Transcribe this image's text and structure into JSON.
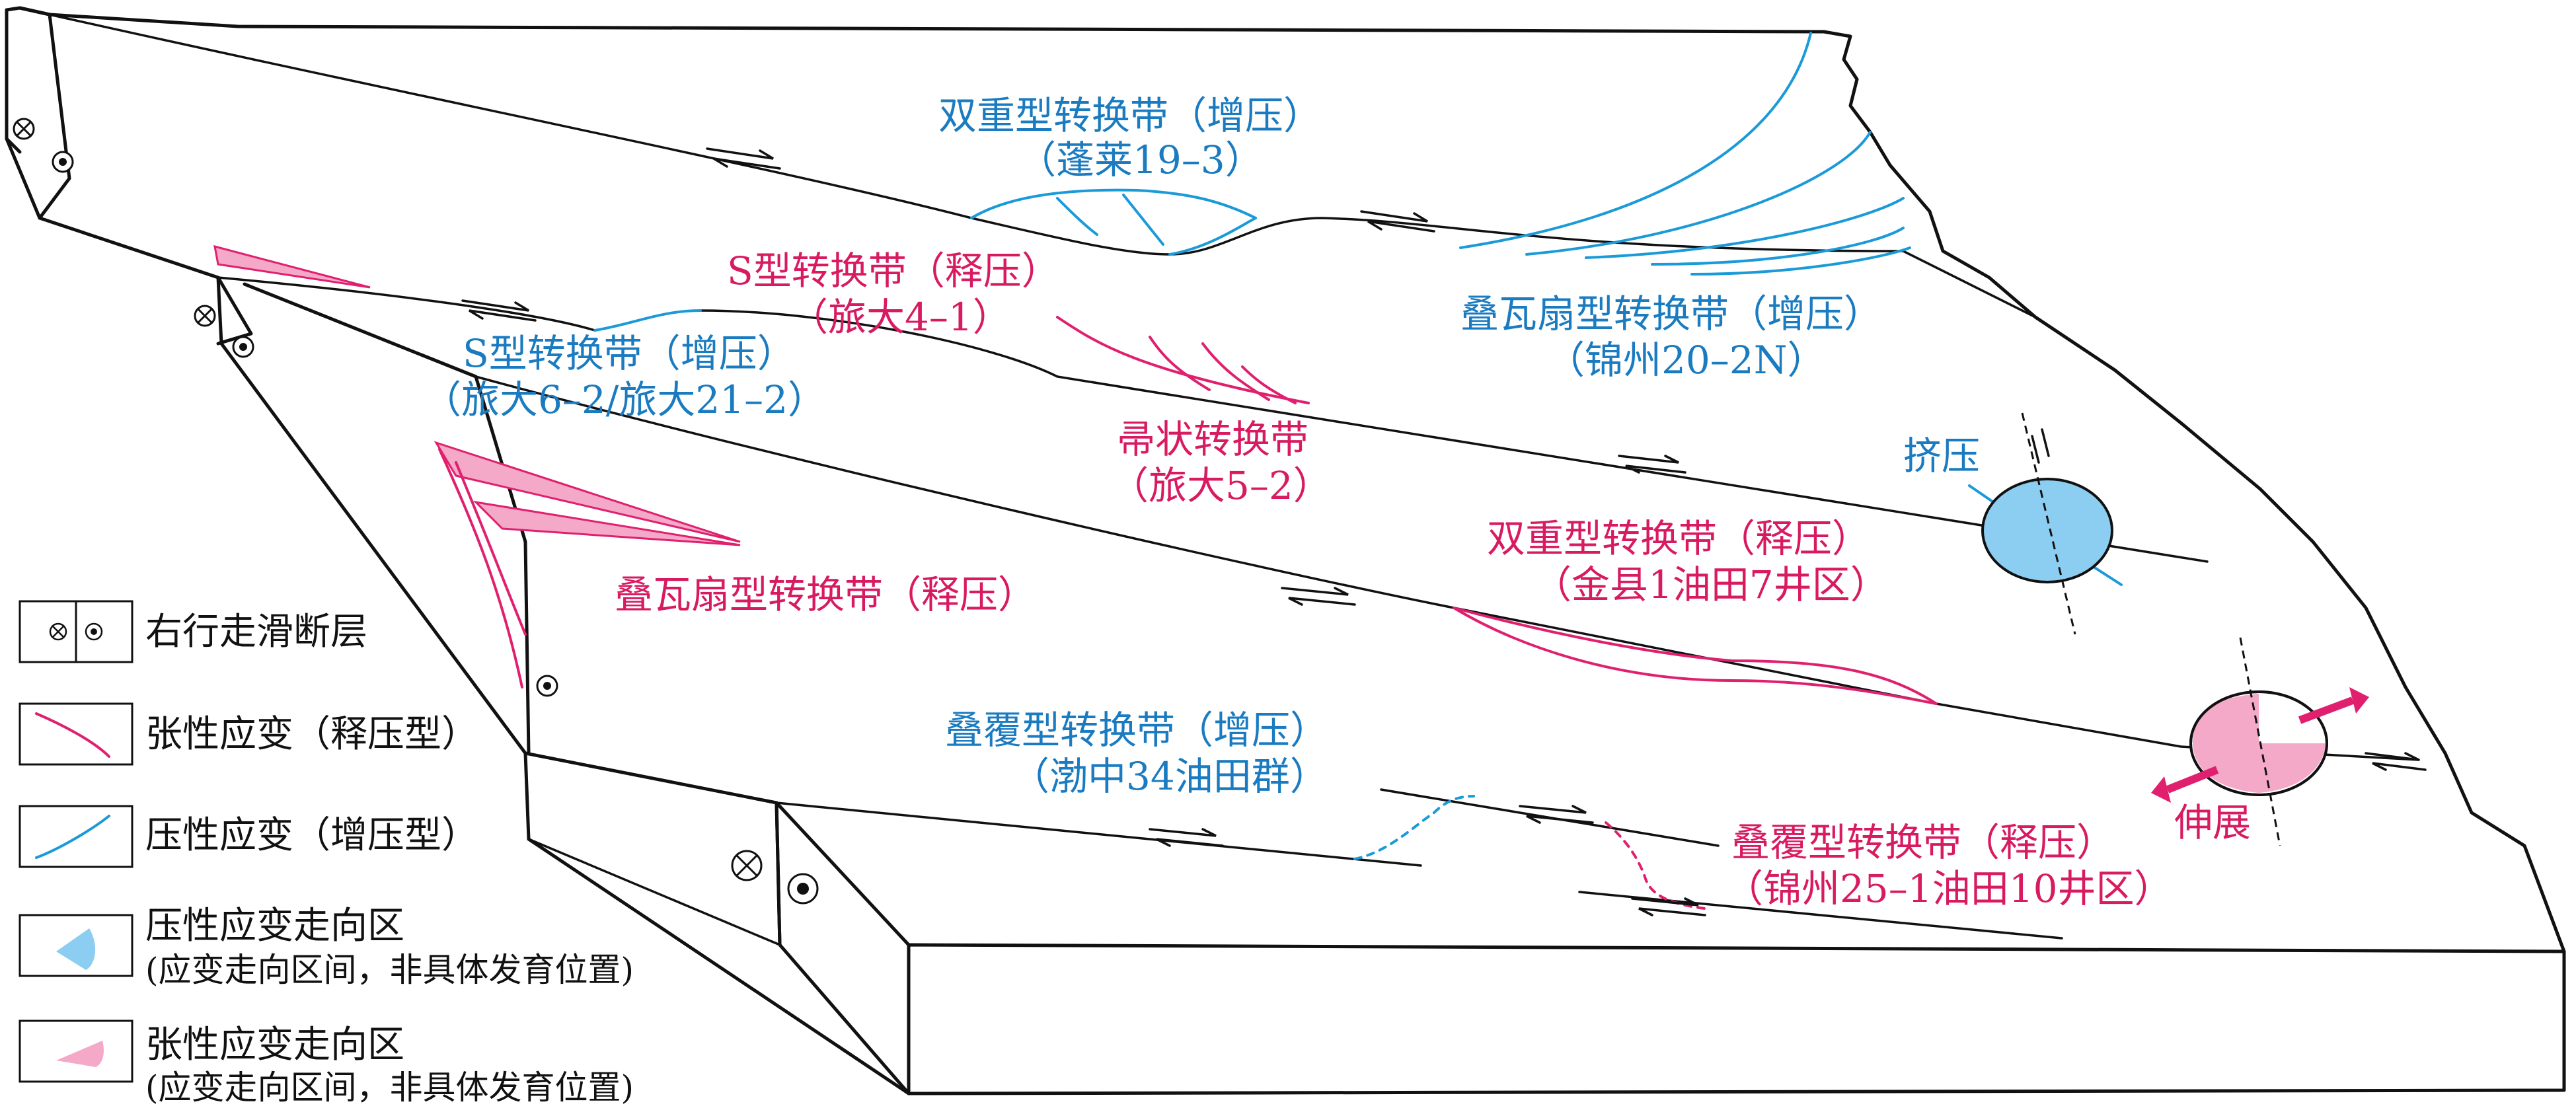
{
  "colors": {
    "compressive": "#1a9ad8",
    "extensional": "#e0206f",
    "compressive_fill": "#8ccdf2",
    "extensional_fill": "#f5a9c8",
    "outline": "#111111"
  },
  "labels": {
    "duplex_transpressional": "双重型转换带（增压）",
    "duplex_transpressional_field": "（蓬莱19–3）",
    "s_transtensional": "S型转换带（释压）",
    "s_transtensional_field": "（旅大4–1）",
    "s_transpressional": "S型转换带（增压）",
    "s_transpressional_field": "（旅大6–2/旅大21–2）",
    "broom": "帚状转换带",
    "broom_field": "（旅大5–2）",
    "imbricate_transpressional": "叠瓦扇型转换带（增压）",
    "imbricate_transpressional_field": "（锦州20–2N）",
    "imbricate_transtensional": "叠瓦扇型转换带（释压）",
    "duplex_transtensional": "双重型转换带（释压）",
    "duplex_transtensional_field": "（金县1油田7井区）",
    "overlap_transpressional": "叠覆型转换带（增压）",
    "overlap_transpressional_field": "（渤中34油田群）",
    "overlap_transtensional": "叠覆型转换带（释压）",
    "overlap_transtensional_field": "（锦州25–1油田10井区）",
    "compression": "挤压",
    "extension": "伸展"
  },
  "legend": {
    "items": [
      {
        "name": "dextral-fault",
        "label": "右行走滑断层",
        "sublabel": ""
      },
      {
        "name": "tensile-strain",
        "label": "张性应变（释压型）",
        "sublabel": ""
      },
      {
        "name": "compressive-strain",
        "label": "压性应变（增压型）",
        "sublabel": ""
      },
      {
        "name": "compressive-zone",
        "label": "压性应变走向区",
        "sublabel": "(应变走向区间，非具体发育位置)"
      },
      {
        "name": "tensile-zone",
        "label": "张性应变走向区",
        "sublabel": "(应变走向区间，非具体发育位置)"
      }
    ]
  },
  "icons": [
    "cross-in-circle-icon",
    "dot-in-circle-icon",
    "half-arrow-pair-icon",
    "strain-ellipse-icon"
  ]
}
